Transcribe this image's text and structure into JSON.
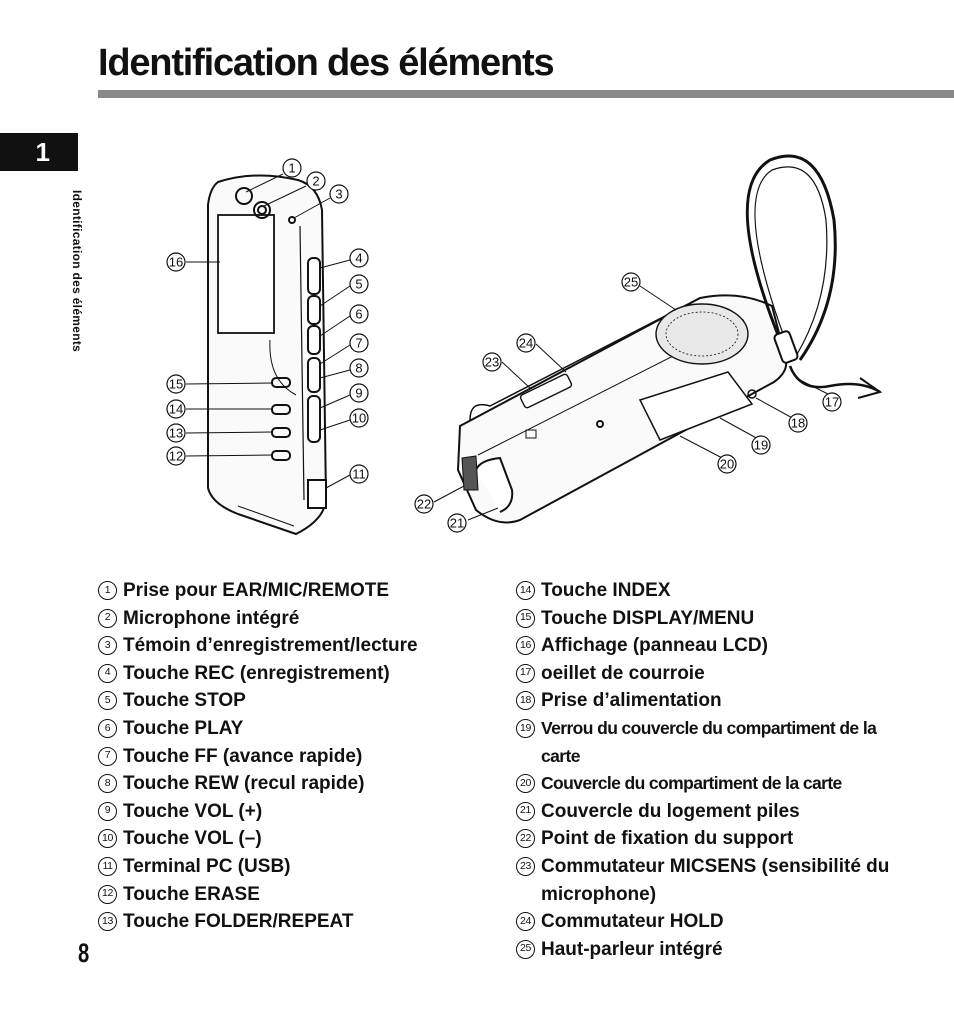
{
  "page": {
    "title": "Identification des éléments",
    "chapter_number": "1",
    "side_label": "Identification des éléments",
    "page_number": "8"
  },
  "colors": {
    "title_rule": "#8a8a8a",
    "chapter_tab": "#111111"
  },
  "diagram_callouts": [
    "1",
    "2",
    "3",
    "4",
    "5",
    "6",
    "7",
    "8",
    "9",
    "10",
    "11",
    "12",
    "13",
    "14",
    "15",
    "16",
    "17",
    "18",
    "19",
    "20",
    "21",
    "22",
    "23",
    "24",
    "25"
  ],
  "parts_left": [
    {
      "num": "1",
      "label": "Prise pour EAR/MIC/REMOTE"
    },
    {
      "num": "2",
      "label": "Microphone intégré"
    },
    {
      "num": "3",
      "label": "Témoin d’enregistrement/lecture"
    },
    {
      "num": "4",
      "label": "Touche REC (enregistrement)"
    },
    {
      "num": "5",
      "label": "Touche STOP"
    },
    {
      "num": "6",
      "label": "Touche PLAY"
    },
    {
      "num": "7",
      "label": "Touche FF (avance rapide)"
    },
    {
      "num": "8",
      "label": "Touche REW (recul rapide)"
    },
    {
      "num": "9",
      "label": "Touche VOL (+)"
    },
    {
      "num": "10",
      "label": "Touche VOL (–)"
    },
    {
      "num": "11",
      "label": "Terminal PC (USB)"
    },
    {
      "num": "12",
      "label": "Touche ERASE"
    },
    {
      "num": "13",
      "label": "Touche FOLDER/REPEAT"
    }
  ],
  "parts_right": [
    {
      "num": "14",
      "label": "Touche INDEX"
    },
    {
      "num": "15",
      "label": "Touche DISPLAY/MENU"
    },
    {
      "num": "16",
      "label": "Affichage (panneau LCD)"
    },
    {
      "num": "17",
      "label": "oeillet de courroie"
    },
    {
      "num": "18",
      "label": "Prise d’alimentation"
    },
    {
      "num": "19",
      "label": "Verrou du couvercle du compartiment de la carte"
    },
    {
      "num": "20",
      "label": "Couvercle du compartiment de la carte"
    },
    {
      "num": "21",
      "label": "Couvercle du logement piles"
    },
    {
      "num": "22",
      "label": "Point de fixation du support"
    },
    {
      "num": "23",
      "label": "Commutateur MICSENS (sensibilité du microphone)"
    },
    {
      "num": "24",
      "label": "Commutateur HOLD"
    },
    {
      "num": "25",
      "label": "Haut-parleur intégré"
    }
  ]
}
